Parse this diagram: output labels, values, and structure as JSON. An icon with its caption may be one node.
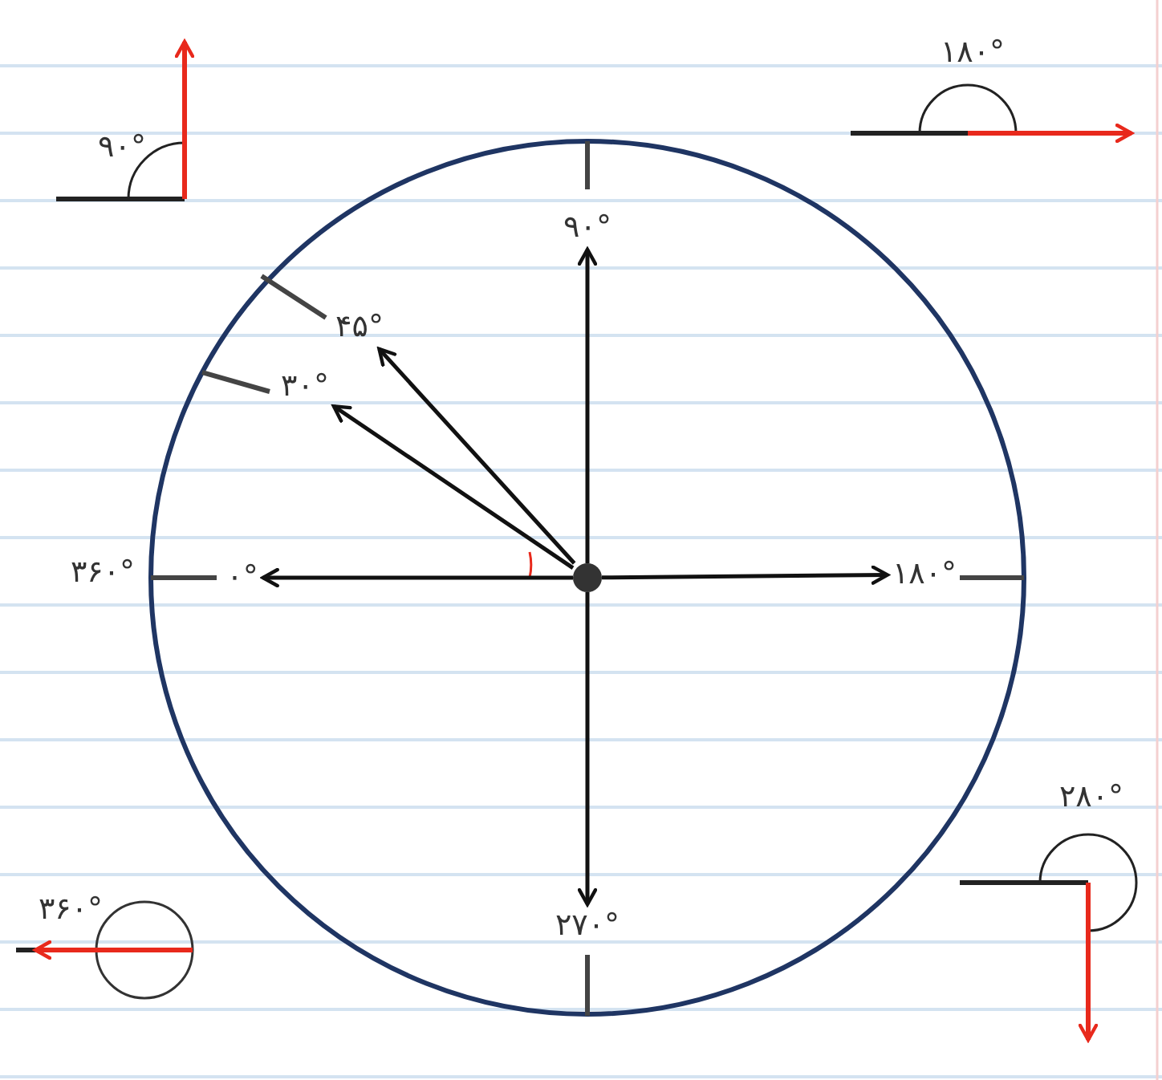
{
  "diagram": {
    "nodes": [
      {
        "text": [],
        "shape": "circle"
      },
      {
        "text": [
          "۹۰°"
        ]
      },
      {
        "text": [
          "۴۵°"
        ]
      },
      {
        "text": [
          "۳۰°"
        ]
      },
      {
        "text": [
          "۰°"
        ]
      },
      {
        "text": [
          "۱۸۰°"
        ]
      },
      {
        "text": [
          "۲۷۰°"
        ]
      }
    ],
    "edges": [
      {
        "from": 0,
        "to": 1,
        "arrow": "to"
      },
      {
        "from": 0,
        "to": 2,
        "arrow": "to"
      },
      {
        "from": 0,
        "to": 3,
        "arrow": "to"
      },
      {
        "from": 0,
        "to": 4,
        "arrow": "to"
      },
      {
        "from": 0,
        "to": 5,
        "arrow": "to"
      },
      {
        "from": 0,
        "to": 6,
        "arrow": "to"
      }
    ],
    "labels": [
      "۹۰°",
      "۱۸۰°",
      "۳۶۰°",
      "۲۸۰°",
      "۳۶۰°"
    ]
  }
}
